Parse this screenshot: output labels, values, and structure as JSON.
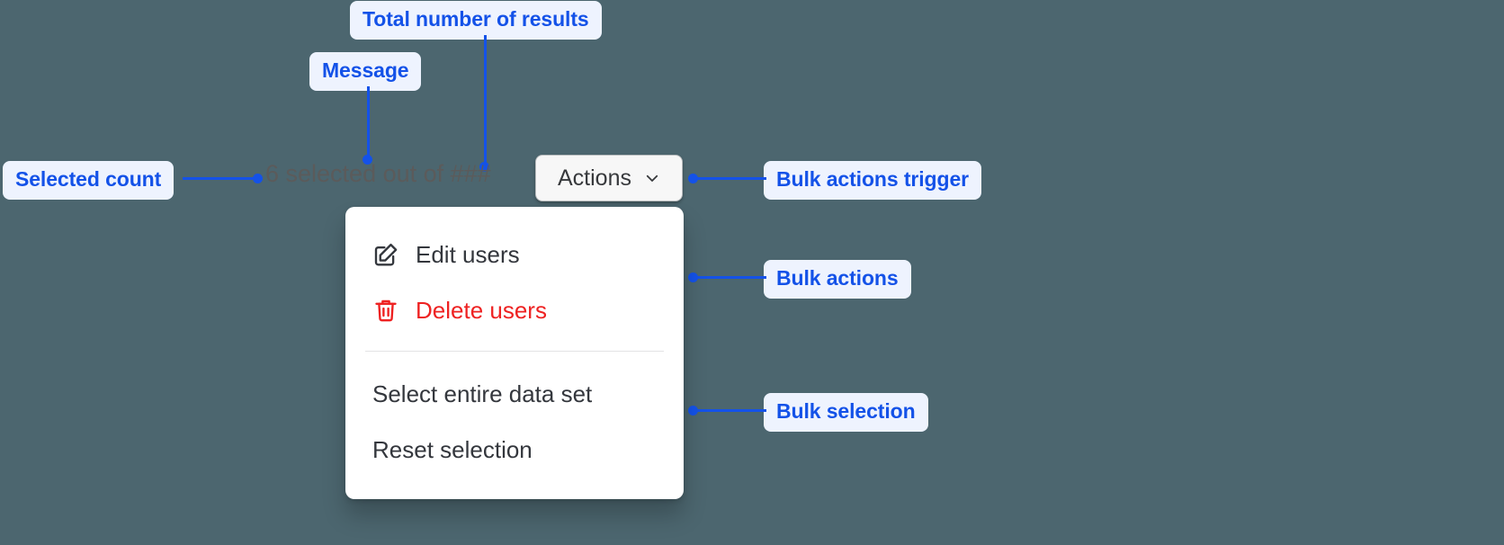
{
  "canvas": {
    "background_color": "#4c666f",
    "accent_color": "#1452e8",
    "callout_bg_color": "#eef3fe",
    "danger_color": "#ee2222"
  },
  "selection_bar": {
    "message": "6 selected out of ###",
    "selected_count": "6",
    "total_results_placeholder": "###",
    "trigger": {
      "label": "Actions",
      "icon": "chevron-down-icon"
    }
  },
  "menu": {
    "groups": [
      {
        "name": "bulk-actions",
        "items": [
          {
            "label": "Edit users",
            "icon": "edit-pencil-square-icon",
            "tone": "default"
          },
          {
            "label": "Delete users",
            "icon": "trash-icon",
            "tone": "danger"
          }
        ]
      },
      {
        "name": "bulk-selection",
        "items": [
          {
            "label": "Select entire data set",
            "icon": "",
            "tone": "default"
          },
          {
            "label": "Reset selection",
            "icon": "",
            "tone": "default"
          }
        ]
      }
    ]
  },
  "annotations": [
    {
      "id": "total-results",
      "label": "Total number of results"
    },
    {
      "id": "message",
      "label": "Message"
    },
    {
      "id": "selected-count",
      "label": "Selected count"
    },
    {
      "id": "bulk-actions-trigger",
      "label": "Bulk actions trigger"
    },
    {
      "id": "bulk-actions",
      "label": "Bulk actions"
    },
    {
      "id": "bulk-selection",
      "label": "Bulk selection"
    }
  ]
}
